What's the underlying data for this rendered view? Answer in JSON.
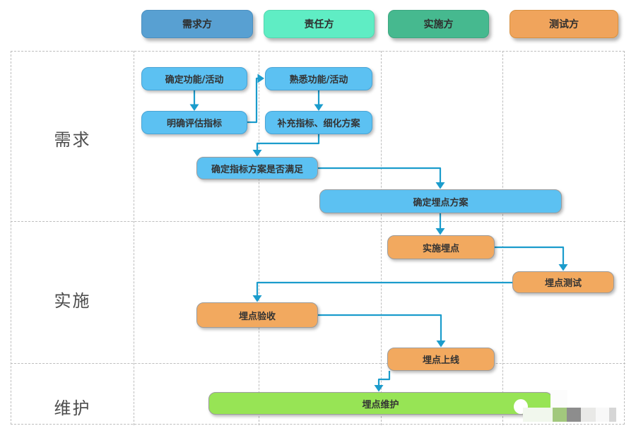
{
  "header": {
    "columns": [
      {
        "label": "需求方"
      },
      {
        "label": "责任方"
      },
      {
        "label": "实施方"
      },
      {
        "label": "测试方"
      }
    ]
  },
  "lanes": [
    {
      "label": "需求"
    },
    {
      "label": "实施"
    },
    {
      "label": "维护"
    }
  ],
  "nodes": {
    "b1": {
      "label": "确定功能/活动"
    },
    "b2": {
      "label": "熟悉功能/活动"
    },
    "b3": {
      "label": "明确评估指标"
    },
    "b4": {
      "label": "补充指标、细化方案"
    },
    "b5": {
      "label": "确定指标方案是否满足"
    },
    "b6": {
      "label": "确定埋点方案"
    },
    "b7": {
      "label": "实施埋点"
    },
    "b8": {
      "label": "埋点测试"
    },
    "b9": {
      "label": "埋点验收"
    },
    "b10": {
      "label": "埋点上线"
    },
    "b11": {
      "label": "埋点维护"
    }
  },
  "edges": [
    "b1->b3",
    "b2->b4",
    "b3->b2",
    "b4->b5",
    "b5->b6",
    "b6->b7",
    "b7->b8",
    "b8->b9",
    "b9->b10",
    "b10->b11"
  ],
  "colors": {
    "header-blue": "#58A0D2",
    "header-mint": "#5FEDC4",
    "header-green": "#46B98F",
    "header-orange": "#F0A45C",
    "node-blue": "#5CC1F2",
    "node-blue-border": "#48A4D6",
    "node-orange": "#F2A95F",
    "node-green": "#97E455",
    "node-border-gray": "#9C9C9C",
    "arrow": "#1B9CCC",
    "grid-line": "#BDBDBD",
    "node-text": "#333333",
    "lane-text": "#4D4D4D"
  }
}
